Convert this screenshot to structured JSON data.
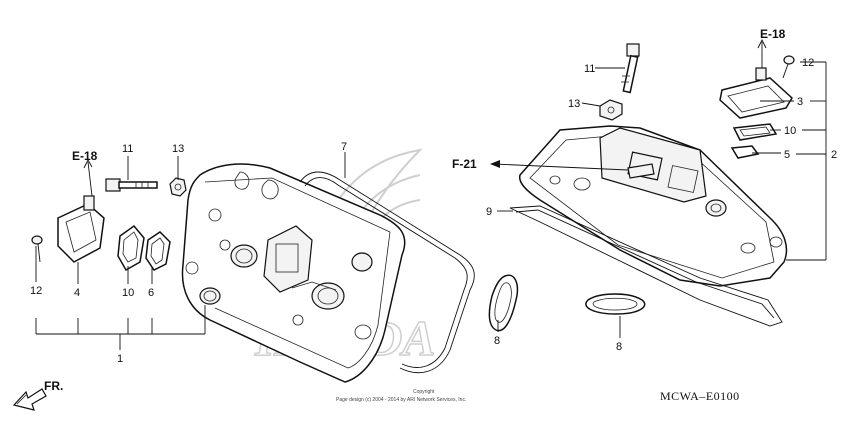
{
  "diagram": {
    "callouts": {
      "n1": "1",
      "n2": "2",
      "n3": "3",
      "n4": "4",
      "n5": "5",
      "n6": "6",
      "n7": "7",
      "n8_left": "8",
      "n8_right": "8",
      "n9": "9",
      "n10_left": "10",
      "n10_right": "10",
      "n11_left": "11",
      "n11_right": "11",
      "n12_left": "12",
      "n12_right": "12",
      "n13_left": "13",
      "n13_right": "13"
    },
    "refs": {
      "e18_left": "E-18",
      "e18_right": "E-18",
      "f21": "F-21"
    },
    "direction_label": "FR.",
    "diagram_code": "MCWA–E0100",
    "copyright_line1": "Copyright",
    "copyright_line2": "Page design (c) 2004 - 2014 by ARI Network Services, Inc.",
    "watermark_text": "HONDA"
  }
}
